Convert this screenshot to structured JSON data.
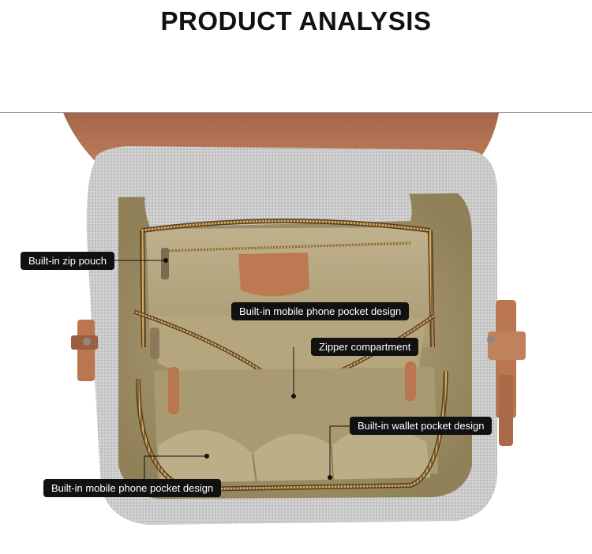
{
  "header": {
    "title": "PRODUCT ANALYSIS"
  },
  "callouts": [
    {
      "id": "zip-pouch",
      "text": "Built-in zip pouch"
    },
    {
      "id": "phone-pocket-top",
      "text": "Built-in mobile phone pocket design"
    },
    {
      "id": "zipper-compartment",
      "text": "Zipper compartment"
    },
    {
      "id": "wallet-pocket",
      "text": "Built-in wallet pocket design"
    },
    {
      "id": "phone-pocket-bottom",
      "text": "Built-in mobile phone pocket design"
    }
  ],
  "colors": {
    "leather": "#b06f4f",
    "canvas_grey": "#c9c9c9",
    "lining": "#b9ab85",
    "label_bg": "#111111",
    "label_text": "#ffffff"
  }
}
